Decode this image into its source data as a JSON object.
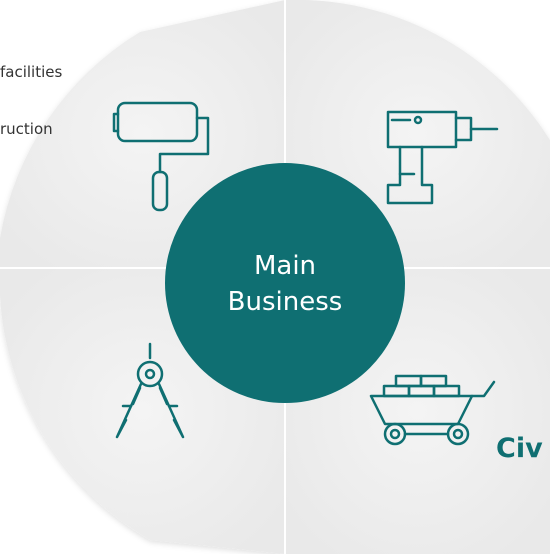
{
  "side_labels": {
    "facilities": "facilities",
    "construction": "ruction"
  },
  "center": {
    "line1": "Main",
    "line2": "Business"
  },
  "segments": {
    "bottom_right_label": "Civ"
  },
  "colors": {
    "accent": "#0f6f72",
    "quadrant_fill": "#efefef",
    "icon_stroke": "#0f6f72",
    "text": "#333333"
  },
  "icons": [
    "paint-roller-icon",
    "drill-icon",
    "compass-icon",
    "wheelbarrow-icon"
  ]
}
